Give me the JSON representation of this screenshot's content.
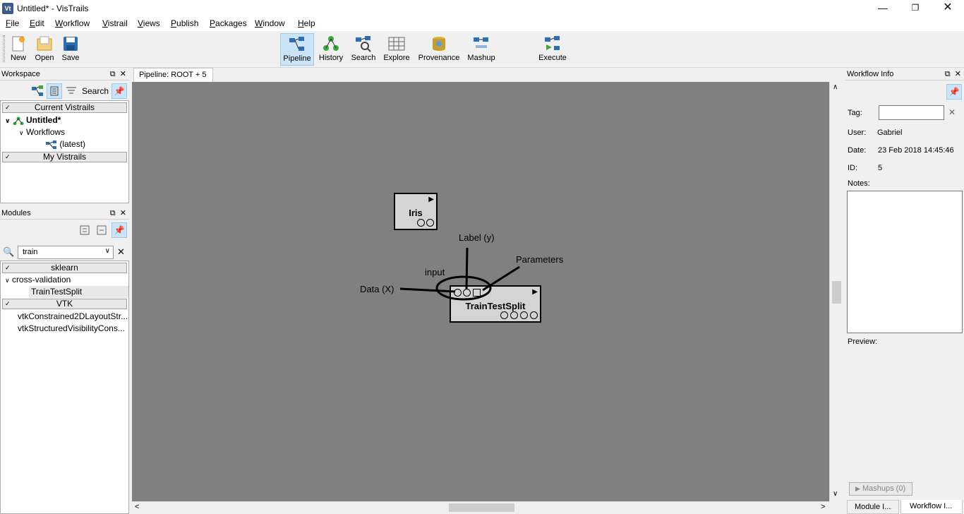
{
  "window": {
    "title": "Untitled* - VisTrails",
    "logo": "Vt"
  },
  "menu": [
    {
      "label": "File",
      "u": "F",
      "rest": "ile"
    },
    {
      "label": "Edit",
      "u": "E",
      "rest": "dit"
    },
    {
      "label": "Workflow",
      "u": "W",
      "rest": "orkflow"
    },
    {
      "label": "Vistrail",
      "u": "V",
      "rest": "istrail"
    },
    {
      "label": "Views",
      "u": "V",
      "rest": "iews"
    },
    {
      "label": "Publish",
      "u": "P",
      "rest": "ublish"
    },
    {
      "label": "Packages",
      "u": "P",
      "rest": "ackages"
    },
    {
      "label": "Window",
      "u": "W",
      "rest": "indow"
    },
    {
      "label": "Help",
      "u": "H",
      "rest": "elp"
    }
  ],
  "toolbar": {
    "new": "New",
    "open": "Open",
    "save": "Save",
    "pipeline": "Pipeline",
    "history": "History",
    "search": "Search",
    "explore": "Explore",
    "provenance": "Provenance",
    "mashup": "Mashup",
    "execute": "Execute"
  },
  "workspace": {
    "title": "Workspace",
    "search_label": "Search",
    "current_header": "Current Vistrails",
    "untitled": "Untitled*",
    "workflows": "Workflows",
    "latest": "(latest)",
    "my_header": "My Vistrails"
  },
  "modules": {
    "title": "Modules",
    "search_value": "train",
    "sklearn_header": "sklearn",
    "cross_validation": "cross-validation",
    "train_test_split": "TrainTestSplit",
    "vtk_header": "VTK",
    "vtk_item_1": "vtkConstrained2DLayoutStr...",
    "vtk_item_2": "vtkStructuredVisibilityCons..."
  },
  "pipeline": {
    "tab": "Pipeline: ROOT + 5",
    "module_iris": "Iris",
    "module_tts": "TrainTestSplit",
    "annotations": {
      "label_y": "Label (y)",
      "parameters": "Parameters",
      "input": "input",
      "data_x": "Data (X)"
    }
  },
  "workflow_info": {
    "title": "Workflow Info",
    "tag_label": "Tag:",
    "tag_value": "",
    "user_label": "User:",
    "user_value": "Gabriel",
    "date_label": "Date:",
    "date_value": "23 Feb 2018 14:45:46",
    "id_label": "ID:",
    "id_value": "5",
    "notes_label": "Notes:",
    "preview_label": "Preview:",
    "mashups_button": "Mashups (0)",
    "bottom_tab_1": "Module I...",
    "bottom_tab_2": "Workflow I..."
  },
  "colors": {
    "canvas": "#808080",
    "module_fill": "#d4d4d4",
    "active_tool": "#cce4f7"
  }
}
